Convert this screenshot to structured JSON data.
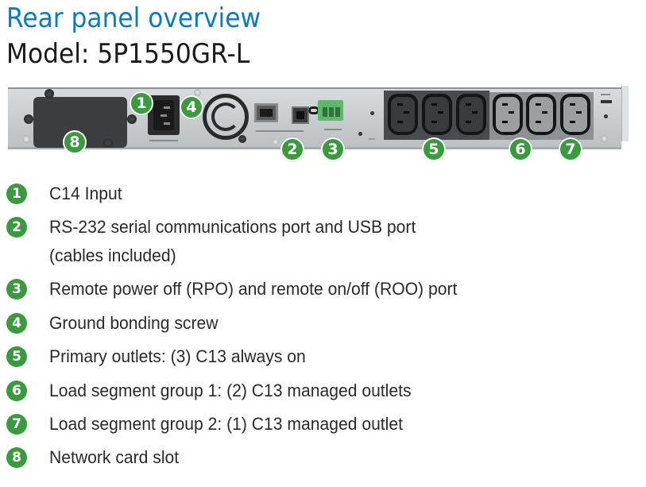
{
  "header": {
    "title": "Rear panel overview",
    "model": "Model: 5P1550GR-L"
  },
  "colors": {
    "title": "#0a7bbf",
    "badge": "#3a9a3e",
    "text": "#2a2a2a"
  },
  "panel_callouts": [
    "1",
    "4",
    "8",
    "2",
    "3",
    "5",
    "6",
    "7"
  ],
  "legend": [
    {
      "number": "1",
      "text": "C14 Input"
    },
    {
      "number": "2",
      "text": "RS-232 serial communications port and USB port",
      "text2": "(cables included)"
    },
    {
      "number": "3",
      "text": "Remote power off (RPO) and remote on/off (ROO) port"
    },
    {
      "number": "4",
      "text": "Ground bonding screw"
    },
    {
      "number": "5",
      "text": "Primary outlets: (3) C13 always on"
    },
    {
      "number": "6",
      "text": "Load segment group 1: (2) C13 managed outlets"
    },
    {
      "number": "7",
      "text": "Load segment group 2: (1) C13 managed outlet"
    },
    {
      "number": "8",
      "text": "Network card slot"
    }
  ]
}
